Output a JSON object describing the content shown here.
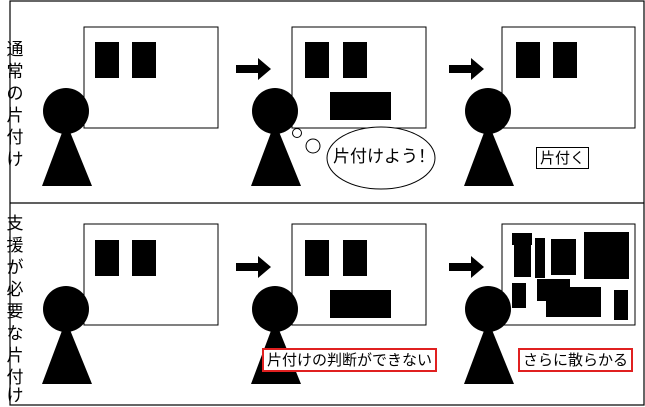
{
  "rows": [
    {
      "label_chars": [
        "通",
        "常",
        "の",
        "片",
        "付",
        "け"
      ],
      "thought_bubble": "片付けよう！",
      "result_caption": "片付く"
    },
    {
      "label_chars": [
        "支",
        "援",
        "が",
        "必",
        "要",
        "な",
        "片",
        "付",
        "け"
      ],
      "problem_caption": "片付けの判断ができない",
      "result_caption": "さらに散らかる"
    }
  ],
  "colors": {
    "frame": "#000000",
    "highlight_border": "#e02020",
    "fill": "#000000",
    "background": "#ffffff"
  },
  "icons": [
    "person-icon",
    "arrow-right-icon",
    "whiteboard-icon",
    "thought-bubble-icon"
  ]
}
